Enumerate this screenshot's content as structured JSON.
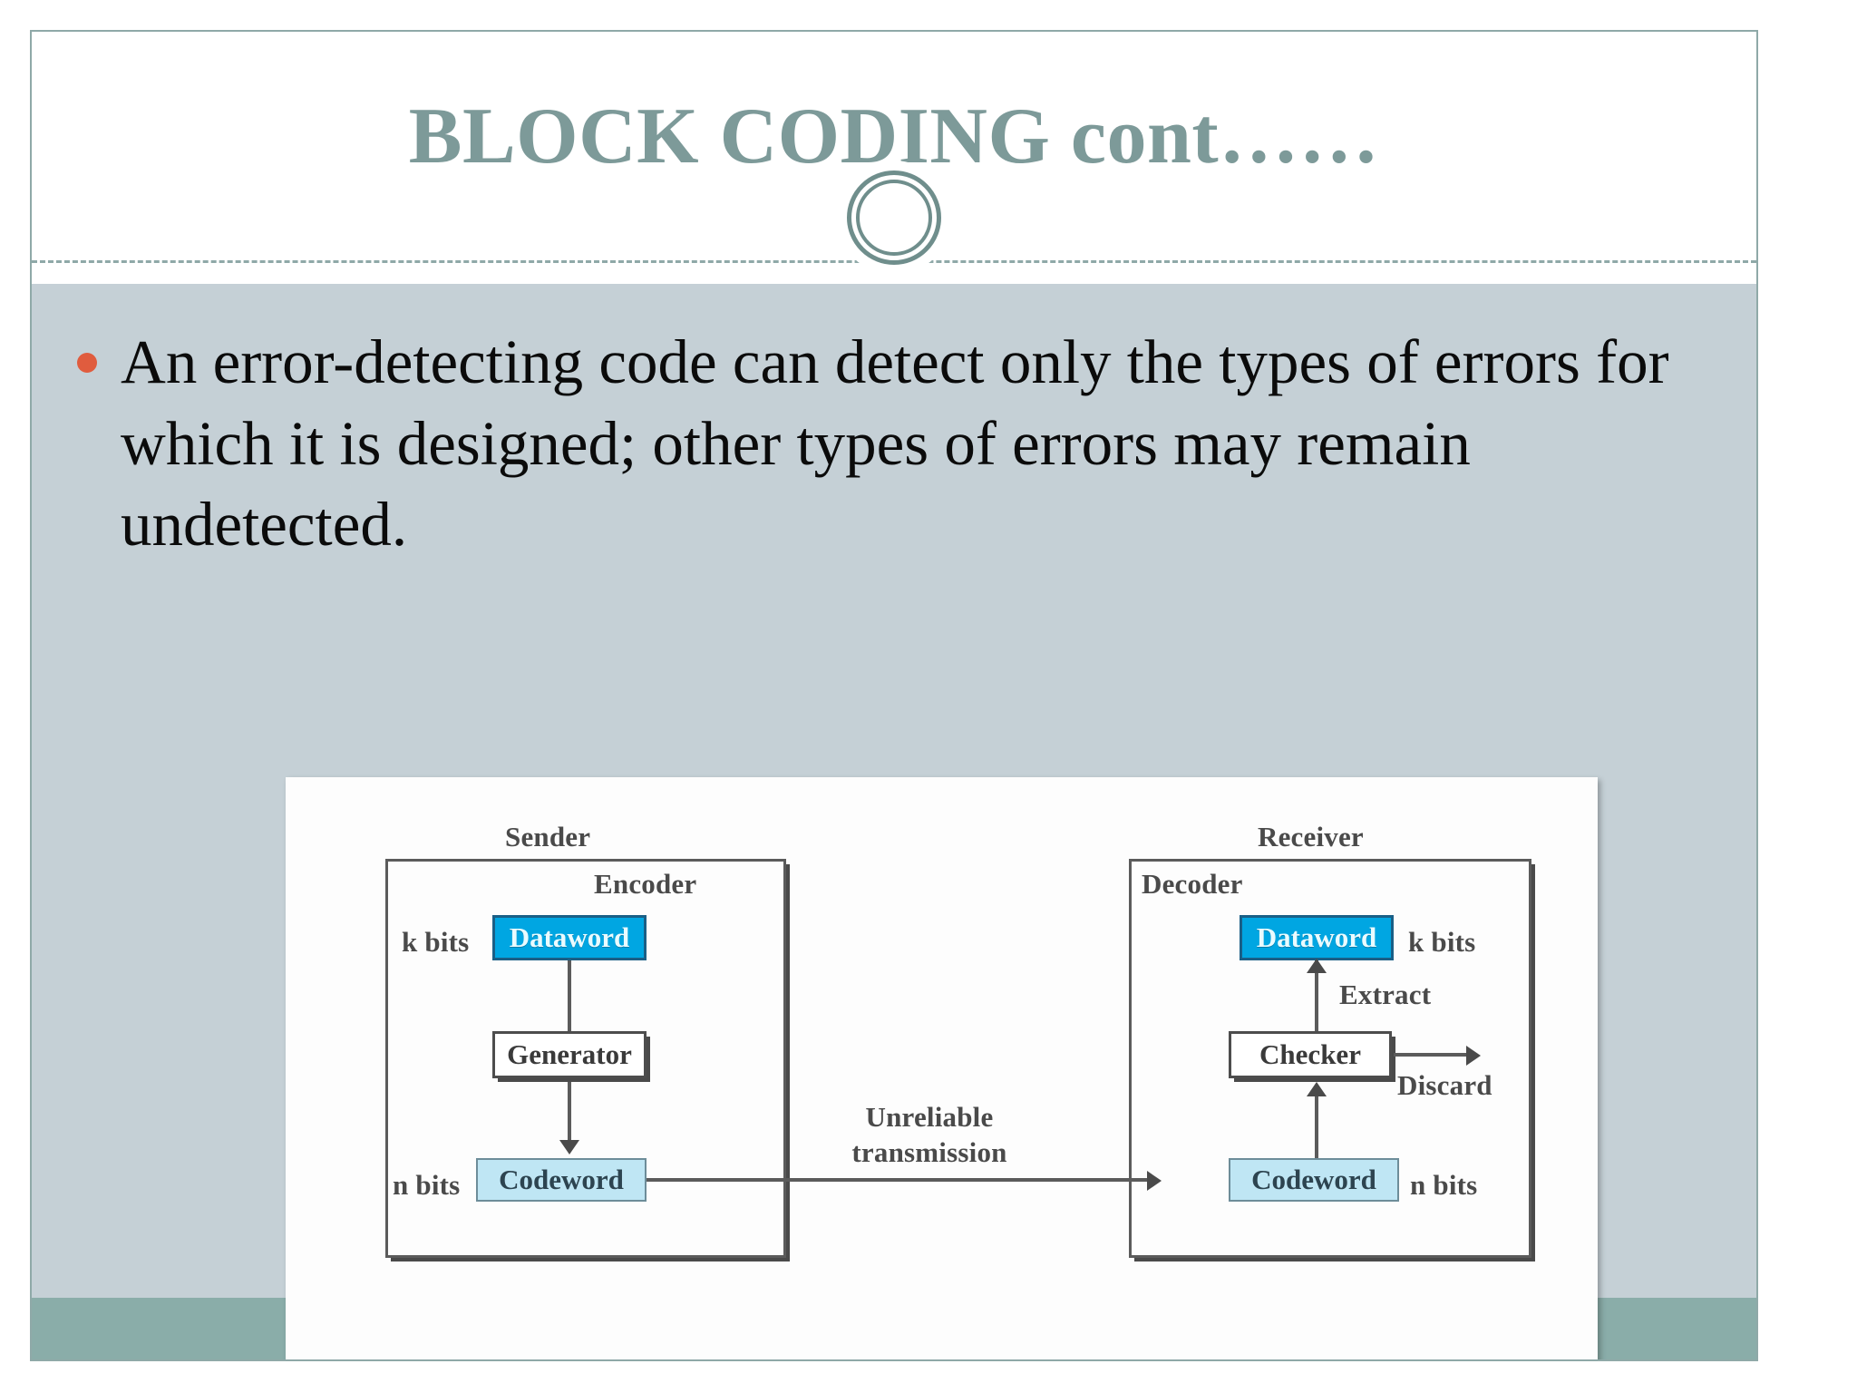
{
  "slide": {
    "title": "BLOCK CODING cont……",
    "colors": {
      "title": "#7d9a99",
      "body_background": "#c5d0d6",
      "footer_band": "#8aada9",
      "bullet_accent": "#e05c3e",
      "slide_border": "#8fa9a8",
      "dataword_fill": "#00a6e2",
      "codeword_fill": "#bfe6f4"
    },
    "bullets": [
      "An error-detecting code can detect only the types of errors for which it is designed; other types of errors may remain undetected."
    ]
  },
  "diagram": {
    "sender": {
      "title": "Sender",
      "encoder_label": "Encoder",
      "k_bits_label": "k bits",
      "dataword_label": "Dataword",
      "generator_label": "Generator",
      "n_bits_label": "n bits",
      "codeword_label": "Codeword"
    },
    "channel": {
      "line1": "Unreliable",
      "line2": "transmission"
    },
    "receiver": {
      "title": "Receiver",
      "decoder_label": "Decoder",
      "dataword_label": "Dataword",
      "k_bits_label": "k bits",
      "extract_label": "Extract",
      "checker_label": "Checker",
      "discard_label": "Discard",
      "codeword_label": "Codeword",
      "n_bits_label": "n bits"
    }
  }
}
